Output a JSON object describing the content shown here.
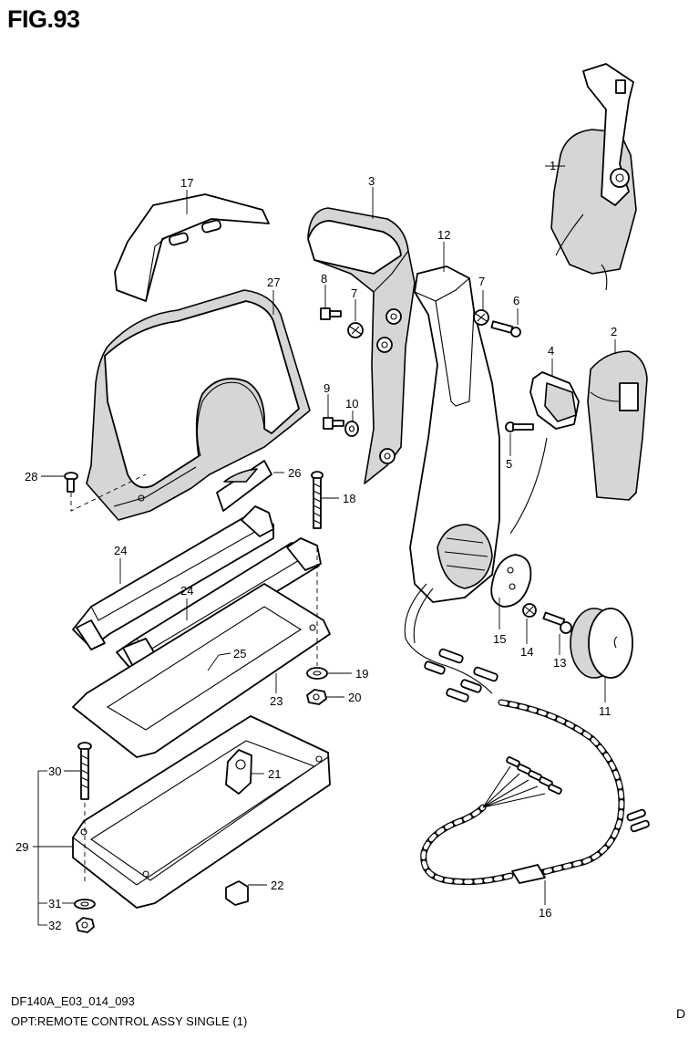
{
  "figure": {
    "title": "FIG.93",
    "code": "DF140A_E03_014_093",
    "description": "OPT:REMOTE CONTROL ASSY SINGLE (1)",
    "corner_letter": "D"
  },
  "callouts": [
    "1",
    "2",
    "3",
    "4",
    "5",
    "6",
    "7",
    "7",
    "8",
    "9",
    "10",
    "11",
    "12",
    "13",
    "14",
    "15",
    "16",
    "17",
    "18",
    "19",
    "20",
    "21",
    "22",
    "23",
    "24",
    "24",
    "25",
    "26",
    "27",
    "28",
    "29",
    "30",
    "31",
    "32"
  ]
}
